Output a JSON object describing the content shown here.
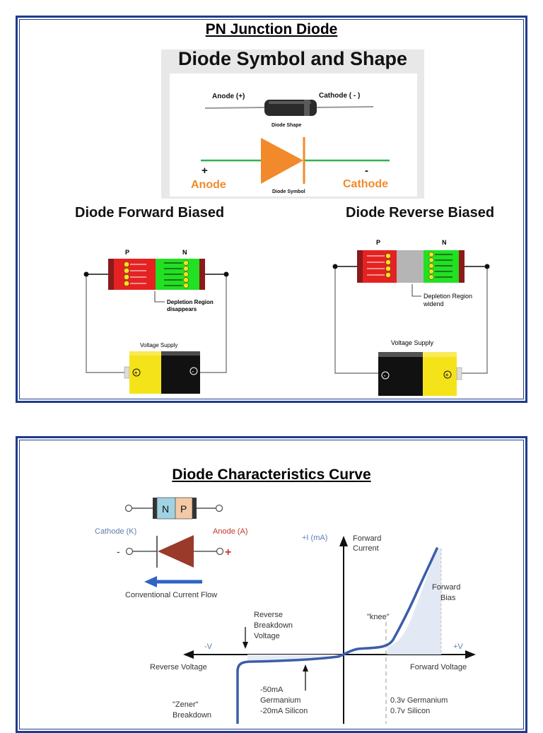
{
  "top": {
    "title": "PN Junction Diode",
    "subtitle": "Diode Symbol and Shape",
    "shape": {
      "anode_label": "Anode (+)",
      "cathode_label": "Cathode ( - )",
      "shape_caption": "Diode Shape",
      "plus": "+",
      "minus": "-",
      "anode_big": "Anode",
      "cathode_big": "Cathode",
      "symbol_caption": "Diode Symbol"
    },
    "forward": {
      "heading": "Diode Forward Biased",
      "p": "P",
      "n": "N",
      "note_line1": "Depletion Region",
      "note_line2": "disappears",
      "supply": "Voltage Supply"
    },
    "reverse": {
      "heading": "Diode Reverse Biased",
      "p": "P",
      "n": "N",
      "note_line1": "Depletion Region",
      "note_line2": "widend",
      "supply": "Voltage Supply"
    }
  },
  "bottom": {
    "title": "Diode Characteristics Curve",
    "symbol": {
      "n": "N",
      "p": "P",
      "cathode": "Cathode (K)",
      "anode": "Anode (A)",
      "minus": "-",
      "plus": "+",
      "flow": "Conventional Current Flow"
    },
    "axes": {
      "plus_i": "+I (mA)",
      "fwd_current_1": "Forward",
      "fwd_current_2": "Current",
      "neg_v": "-V",
      "pos_v": "+V",
      "rev_voltage": "Reverse Voltage",
      "fwd_voltage": "Forward Voltage"
    },
    "labels": {
      "fwd_bias_1": "Forward",
      "fwd_bias_2": "Bias",
      "knee": "\"knee\"",
      "rbv_1": "Reverse",
      "rbv_2": "Breakdown",
      "rbv_3": "Voltage",
      "leak_1": "-50mA",
      "leak_2": "Germanium",
      "leak_3": "-20mA Silicon",
      "thr_1": "0.3v Germanium",
      "thr_2": "0.7v Silicon",
      "zener_1": "\"Zener\"",
      "zener_2": "Breakdown"
    },
    "colors": {
      "curve": "#3b5ea8",
      "arrow": "#2f63c4",
      "triangle": "#9a3a2b"
    }
  }
}
